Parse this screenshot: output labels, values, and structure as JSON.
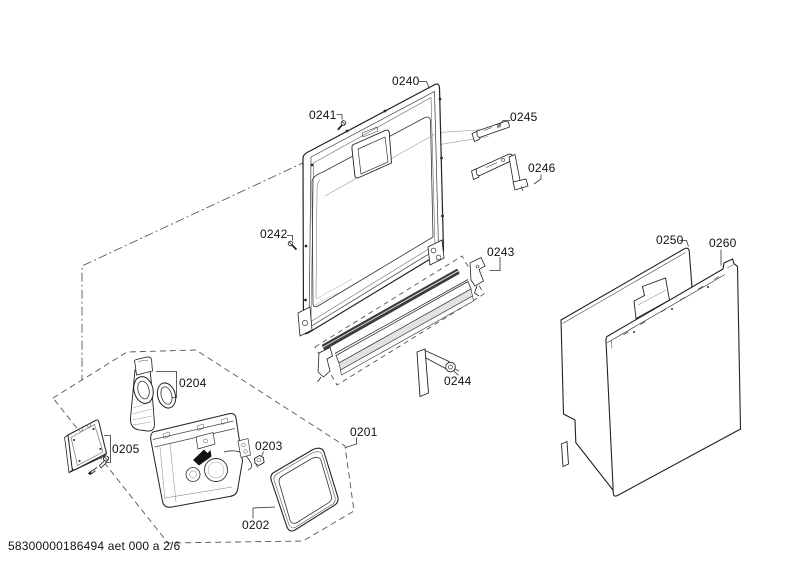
{
  "page": {
    "footer": "58300000186494 aet 000 a 2/6"
  },
  "labels": {
    "l0240": "0240",
    "l0241": "0241",
    "l0242": "0242",
    "l0243": "0243",
    "l0244": "0244",
    "l0245": "0245",
    "l0246": "0246",
    "l0250": "0250",
    "l0260": "0260",
    "l0201": "0201",
    "l0202": "0202",
    "l0203": "0203",
    "l0204": "0204",
    "l0205": "0205"
  }
}
